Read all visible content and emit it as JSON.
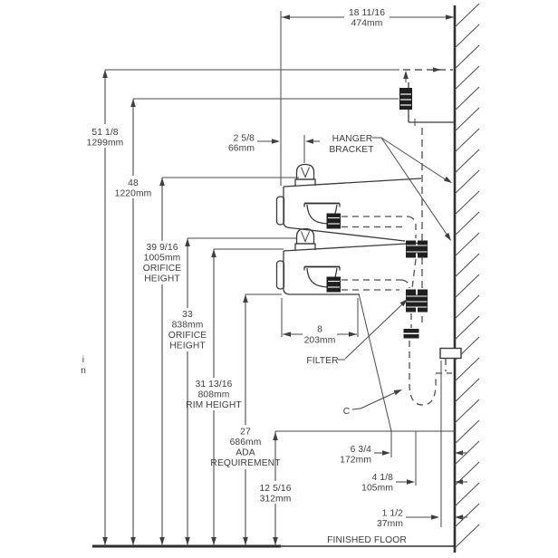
{
  "drawing_title": "bi-level drinking fountain installation side elevation",
  "colors": {
    "line": "#4a4a4a",
    "text": "#3d3d3d",
    "dark_fill": "#1f1f1f",
    "background": "#ffffff"
  },
  "dims": {
    "w18": {
      "a": "18 11/16",
      "b": "474mm"
    },
    "h51": {
      "a": "51 1/8",
      "b": "1299mm"
    },
    "h48": {
      "a": "48",
      "b": "1220mm"
    },
    "h39": {
      "a": "39 9/16",
      "b": "1005mm",
      "c": "ORIFICE",
      "d": "HEIGHT"
    },
    "h33": {
      "a": "33",
      "b": "838mm",
      "c": "ORIFICE",
      "d": "HEIGHT"
    },
    "h31": {
      "a": "31 13/16",
      "b": "808mm",
      "c": "RIM HEIGHT"
    },
    "h27": {
      "a": "27",
      "b": "686mm",
      "c": "ADA",
      "d": "REQUIREMENT"
    },
    "h12": {
      "a": "12 5/16",
      "b": "312mm"
    },
    "d258": {
      "a": "2 5/8",
      "b": "66mm"
    },
    "d8": {
      "a": "8",
      "b": "203mm"
    },
    "d634": {
      "a": "6 3/4",
      "b": "172mm"
    },
    "d418": {
      "a": "4 1/8",
      "b": "105mm"
    },
    "d112": {
      "a": "1 1/2",
      "b": "37mm"
    }
  },
  "callouts": {
    "hanger1": "HANGER",
    "hanger2": "BRACKET",
    "filter": "FILTER",
    "c": "C",
    "floor": "FINISHED FLOOR",
    "margin1": "i",
    "margin2": "n"
  }
}
